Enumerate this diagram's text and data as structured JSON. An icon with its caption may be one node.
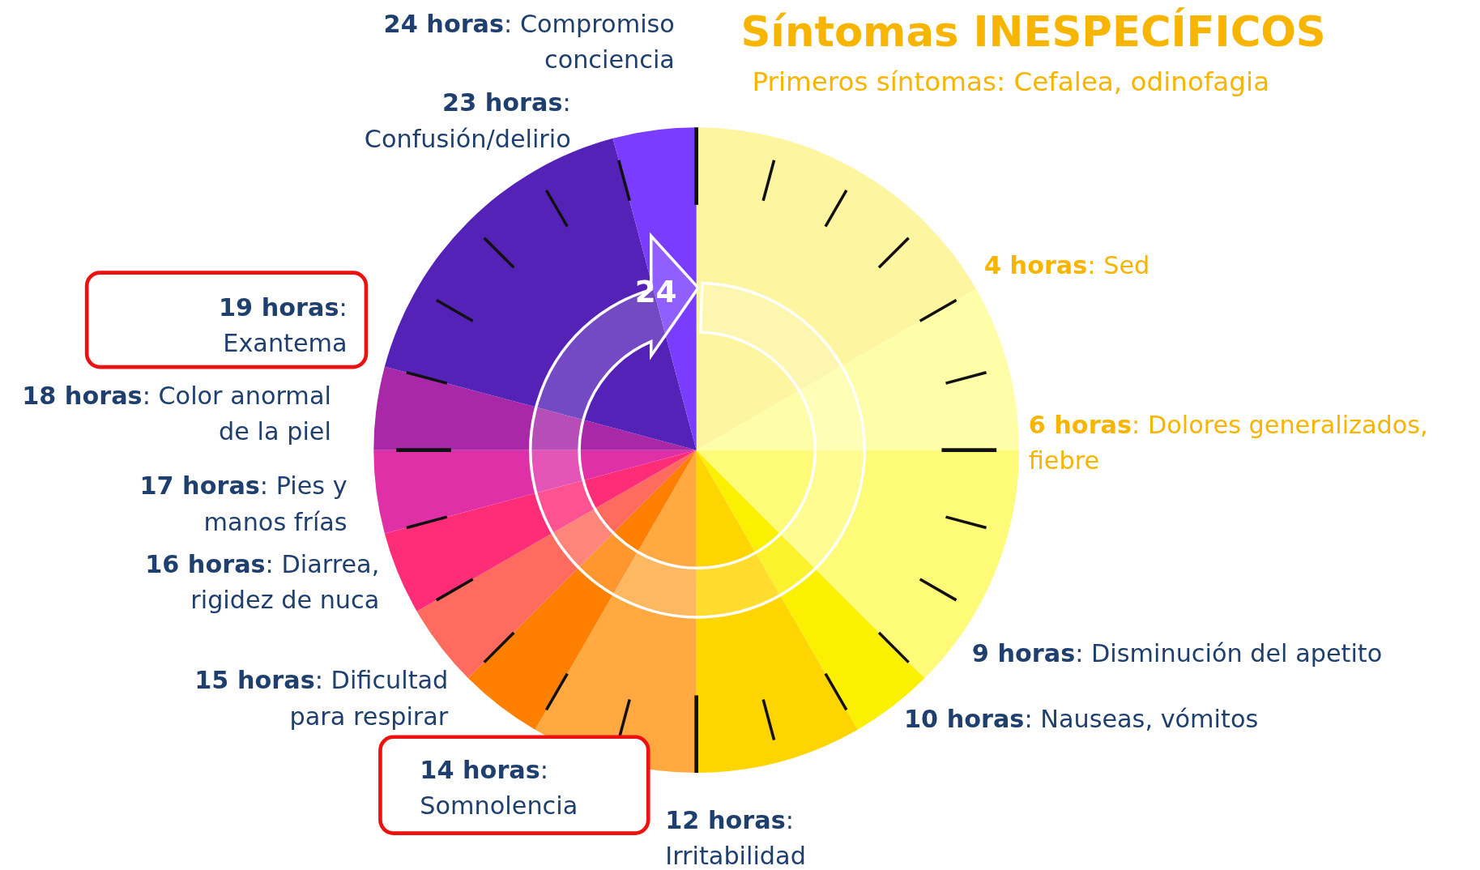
{
  "diagram": {
    "title": "Síntomas INESPECÍFICOS",
    "nodes": [
      {
        "text": [
          "**19 horas**: Exantema"
        ]
      },
      {
        "text": [
          "**14 horas**: Somnolencia"
        ]
      }
    ],
    "labels": [
      "**24 horas**: Compromiso conciencia",
      "Primeros síntomas: Cefalea, odinofagia",
      "**23 horas**: Confusión/delirio",
      "**4 horas**: Sed",
      "24",
      "**18 horas**: Color anormal de la piel",
      "**6 horas**: Dolores generalizados, fiebre",
      "**17 horas**: Pies y manos frías",
      "**16 horas**: Diarrea, rigidez de nuca",
      "**9 horas**: Disminución del apetito",
      "**15 horas**: Dificultad para respirar",
      "**10 horas**: Nauseas, vómitos",
      "**12 horas**: Irritabilidad"
    ]
  }
}
